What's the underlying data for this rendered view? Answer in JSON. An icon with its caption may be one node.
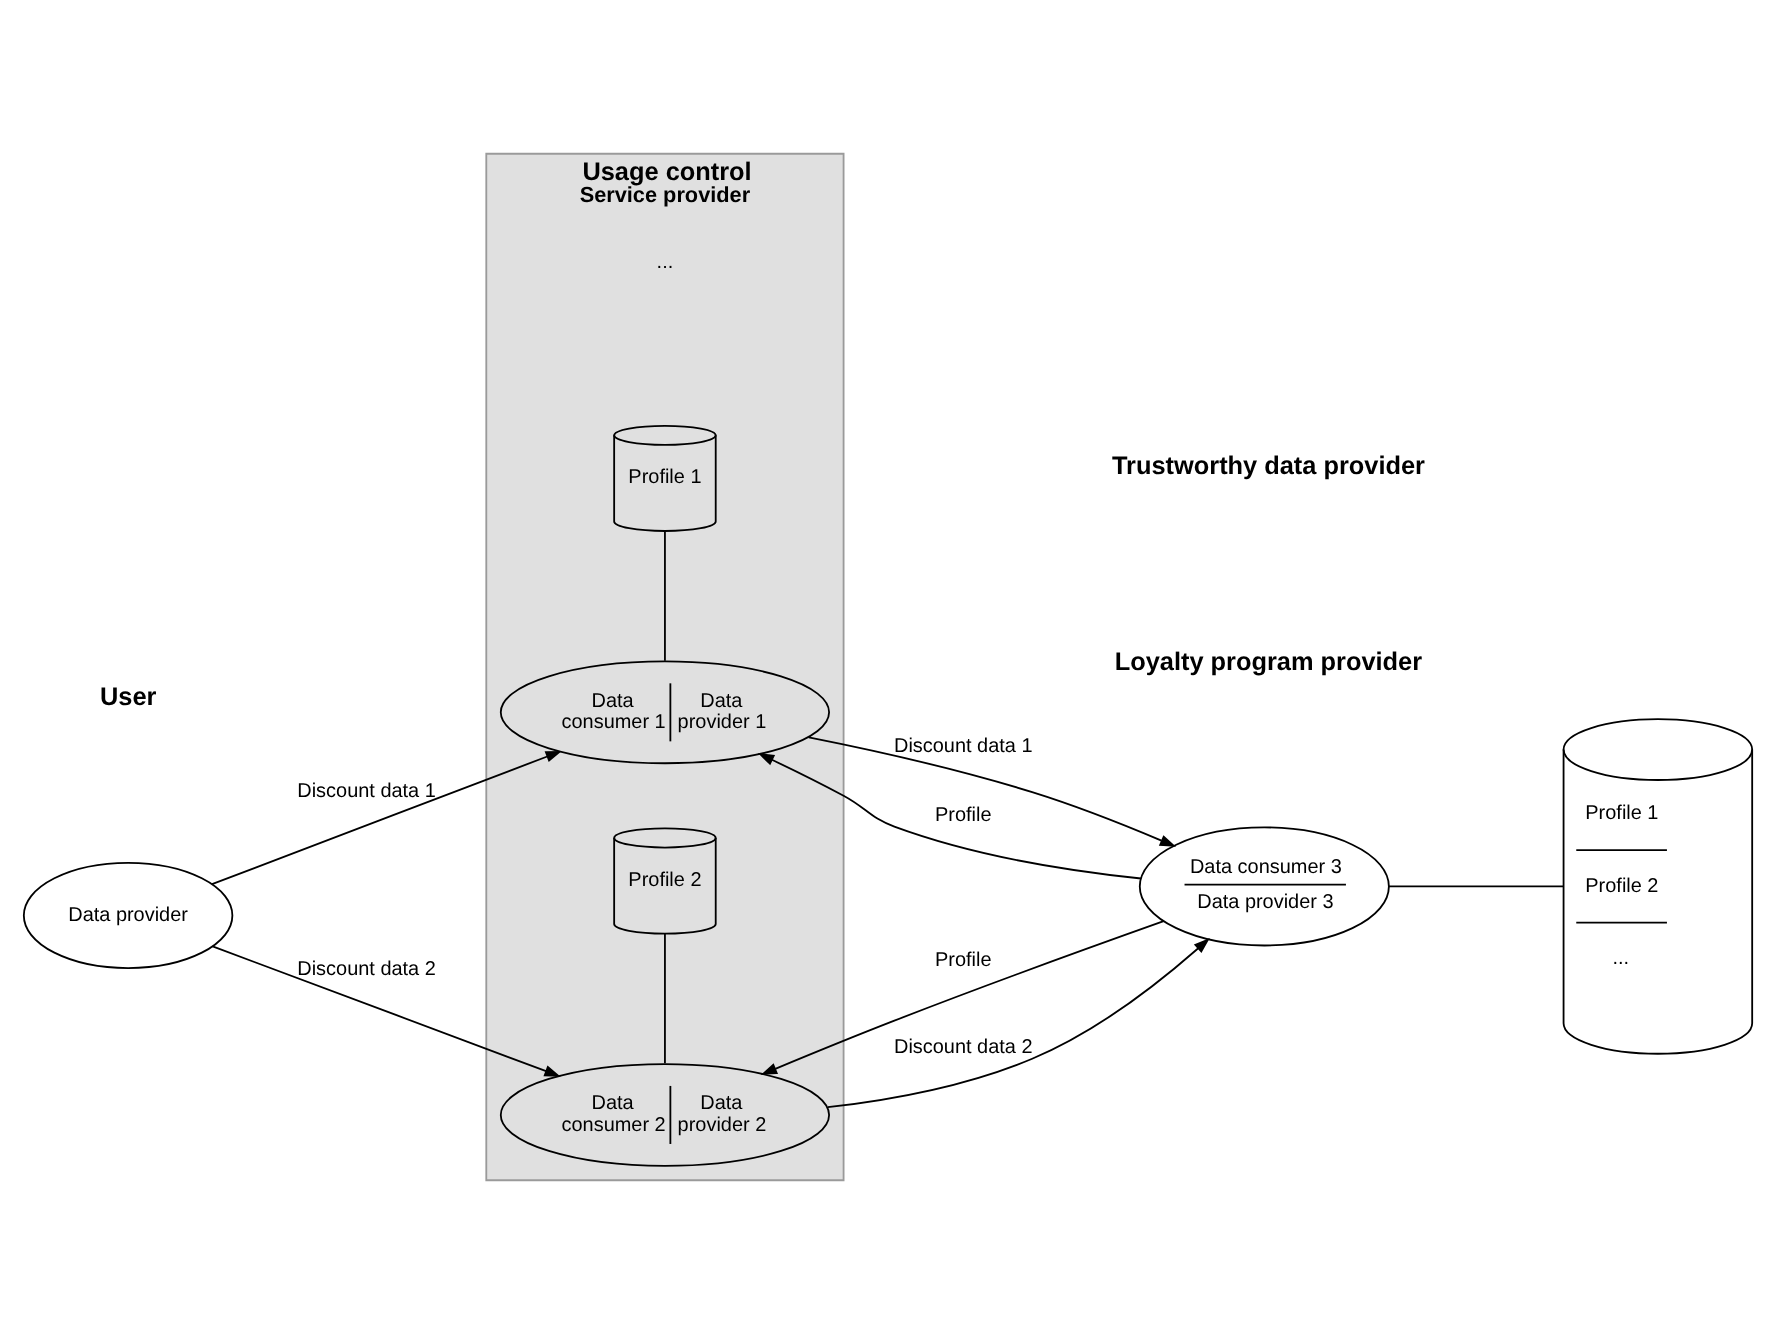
{
  "diagram": {
    "nodes": [
      {
        "text": [
          "Usage control",
          "Service provider"
        ]
      },
      {
        "text": [
          "Data consumer 1",
          "Data provider 1"
        ],
        "in": 0
      },
      {
        "text": [
          "Profile 1"
        ],
        "in": 0
      },
      {
        "text": [
          "Data consumer 2",
          "Data provider 2"
        ],
        "in": 0
      },
      {
        "text": [
          "Profile 2"
        ],
        "in": 0
      },
      {
        "text": [
          "Data provider"
        ]
      },
      {
        "text": [
          "Data consumer 3",
          "Data provider 3"
        ]
      },
      {
        "text": [
          "Profile 1",
          "Profile 2",
          "..."
        ]
      }
    ],
    "edges": [
      {
        "from": 5,
        "to": 1,
        "arrow": "to",
        "label": "Discount data 1"
      },
      {
        "from": 5,
        "to": 3,
        "arrow": "to",
        "label": "Discount data 2"
      },
      {
        "from": 1,
        "to": 2,
        "arrow": "none"
      },
      {
        "from": 3,
        "to": 4,
        "arrow": "none"
      },
      {
        "from": 1,
        "to": 6,
        "arrow": "to",
        "label": "Discount data 1"
      },
      {
        "from": 6,
        "to": 1,
        "arrow": "to",
        "label": "Profile"
      },
      {
        "from": 6,
        "to": 3,
        "arrow": "to",
        "label": "Profile"
      },
      {
        "from": 3,
        "to": 6,
        "arrow": "to",
        "label": "Discount data 2"
      },
      {
        "from": 6,
        "to": 7,
        "arrow": "none"
      }
    ],
    "labels": [
      "User",
      "Trustworthy data provider",
      "Loyalty program provider",
      "..."
    ]
  }
}
